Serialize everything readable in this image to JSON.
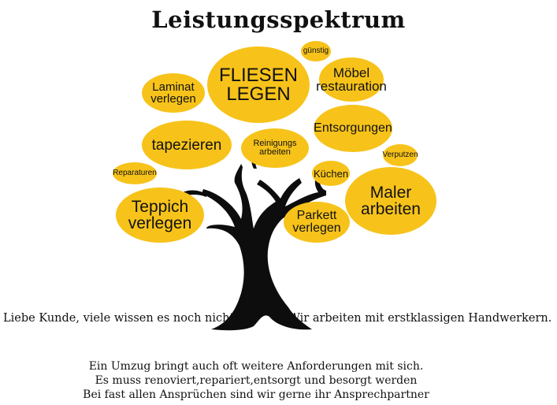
{
  "title": "Leistungsspektrum",
  "colors": {
    "bubble": "#f7c31a",
    "trunk": "#0d0d0d",
    "text": "#111111"
  },
  "bubbles": [
    {
      "id": "fliesen",
      "label": "FLIESEN\nLEGEN"
    },
    {
      "id": "guenstig",
      "label": "günstig"
    },
    {
      "id": "moebel",
      "label": "Möbel\nrestauration"
    },
    {
      "id": "laminat",
      "label": "Laminat\nverlegen"
    },
    {
      "id": "tapezieren",
      "label": "tapezieren"
    },
    {
      "id": "reinigung",
      "label": "Reinigungs\narbeiten"
    },
    {
      "id": "entsorgungen",
      "label": "Entsorgungen"
    },
    {
      "id": "verputzen",
      "label": "Verputzen"
    },
    {
      "id": "reparaturen",
      "label": "Reparaturen"
    },
    {
      "id": "kuechen",
      "label": "Küchen"
    },
    {
      "id": "maler",
      "label": "Maler\narbeiten"
    },
    {
      "id": "teppich",
      "label": "Teppich\nverlegen"
    },
    {
      "id": "parkett",
      "label": "Parkett\nverlegen"
    }
  ],
  "left_text": "Liebe Kunde, viele wissen es noch nicht.",
  "right_text": "Wir arbeiten mit erstklassigen Handwerkern.",
  "footer": [
    "Ein Umzug bringt auch oft weitere Anforderungen mit sich.",
    "Es muss renoviert,repariert,entsorgt und besorgt werden",
    "Bei fast allen Ansprüchen sind wir gerne ihr Ansprechpartner"
  ]
}
